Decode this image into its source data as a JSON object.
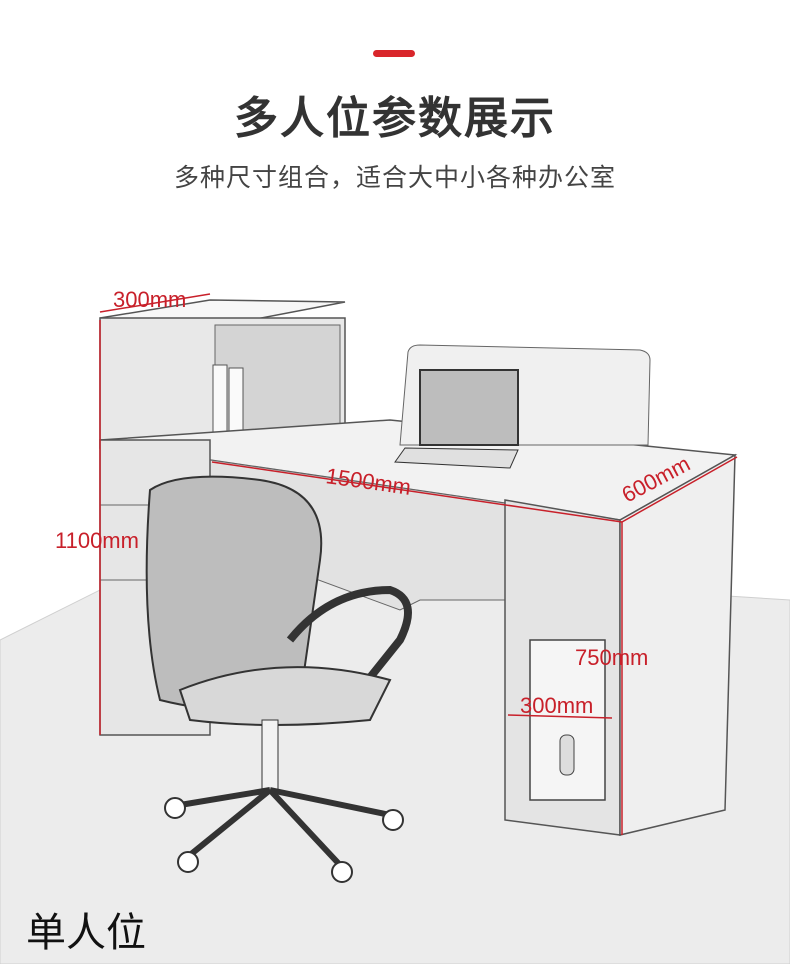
{
  "header": {
    "accent_color": "#d9262b",
    "title": "多人位参数展示",
    "subtitle": "多种尺寸组合，适合大中小各种办公室"
  },
  "illustration": {
    "subject": "office-desk-with-chair",
    "dimensions": {
      "hutch_depth": "300mm",
      "total_height": "1100mm",
      "desk_width": "1500mm",
      "desk_depth": "600mm",
      "desk_height": "750mm",
      "cabinet_width": "300mm"
    },
    "dimension_color": "#c8202a"
  },
  "footer": {
    "label": "单人位"
  }
}
